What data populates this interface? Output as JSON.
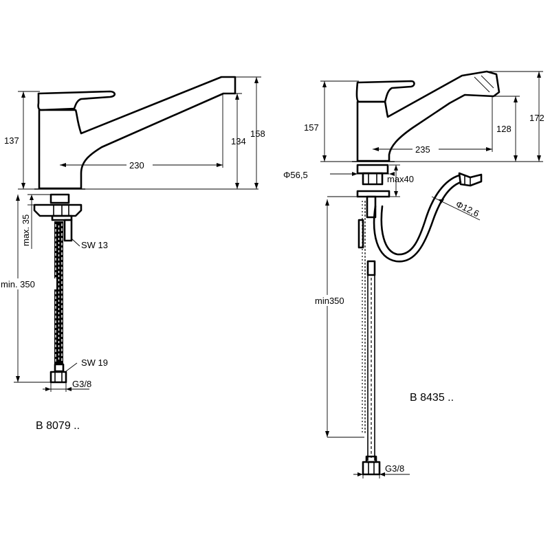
{
  "left": {
    "model": "B 8079 ..",
    "dim_height": "137",
    "dim_reach": "230",
    "dim_spout_height": "134",
    "dim_total_height": "158",
    "dim_max_thickness": "max. 35",
    "dim_hose_length": "min. 350",
    "wrench_top": "SW 13",
    "wrench_bottom": "SW 19",
    "thread": "G3/8"
  },
  "right": {
    "model": "B 8435 ..",
    "dim_height": "157",
    "dim_reach": "235",
    "dim_spout_height": "128",
    "dim_total_height": "172",
    "dim_base_diameter": "Φ56,5",
    "dim_max_thickness": "max40",
    "dim_pullout_diameter": "Φ12,6",
    "dim_hose_length": "min350",
    "thread": "G3/8"
  }
}
